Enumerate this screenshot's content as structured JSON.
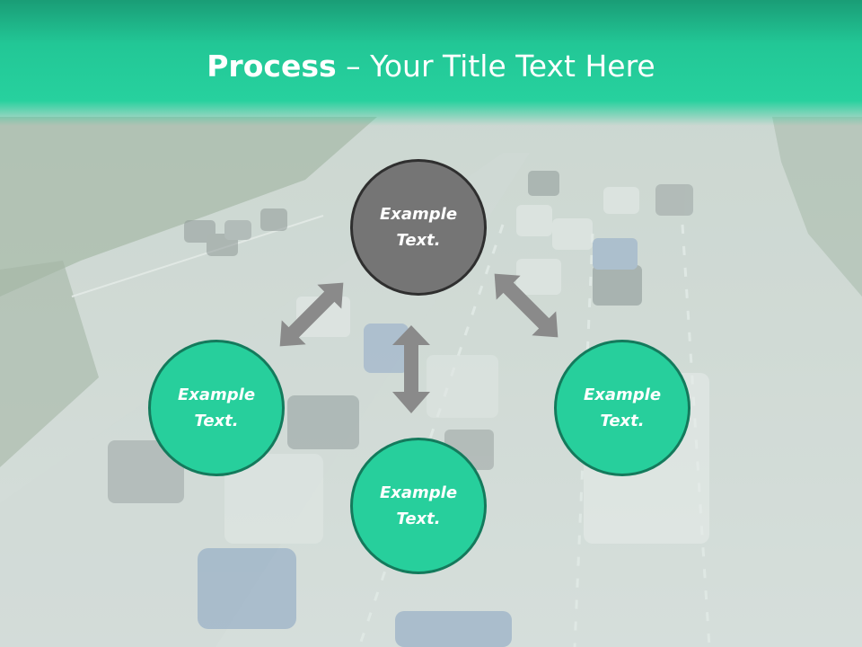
{
  "slide": {
    "title_bold": "Process",
    "title_rest": " – Your Title Text Here",
    "background": "highway traffic photo (faded)"
  },
  "diagram": {
    "nodes": [
      {
        "id": "top",
        "label": "Example\nText.",
        "fill": "#757575",
        "stroke": "#2f2f2f"
      },
      {
        "id": "left",
        "label": "Example\nText.",
        "fill": "#27cf9c",
        "stroke": "#147a5c"
      },
      {
        "id": "right",
        "label": "Example\nText.",
        "fill": "#27cf9c",
        "stroke": "#147a5c"
      },
      {
        "id": "bottom",
        "label": "Example\nText.",
        "fill": "#27cf9c",
        "stroke": "#147a5c"
      }
    ],
    "arrows": [
      {
        "from": "top",
        "to": "left",
        "style": "double-headed"
      },
      {
        "from": "top",
        "to": "right",
        "style": "double-headed"
      },
      {
        "from": "top",
        "to": "bottom",
        "style": "double-headed"
      }
    ],
    "colors": {
      "accent": "#27cf9c",
      "title_bar": "#22c796",
      "arrow": "#8a8a8a"
    }
  }
}
